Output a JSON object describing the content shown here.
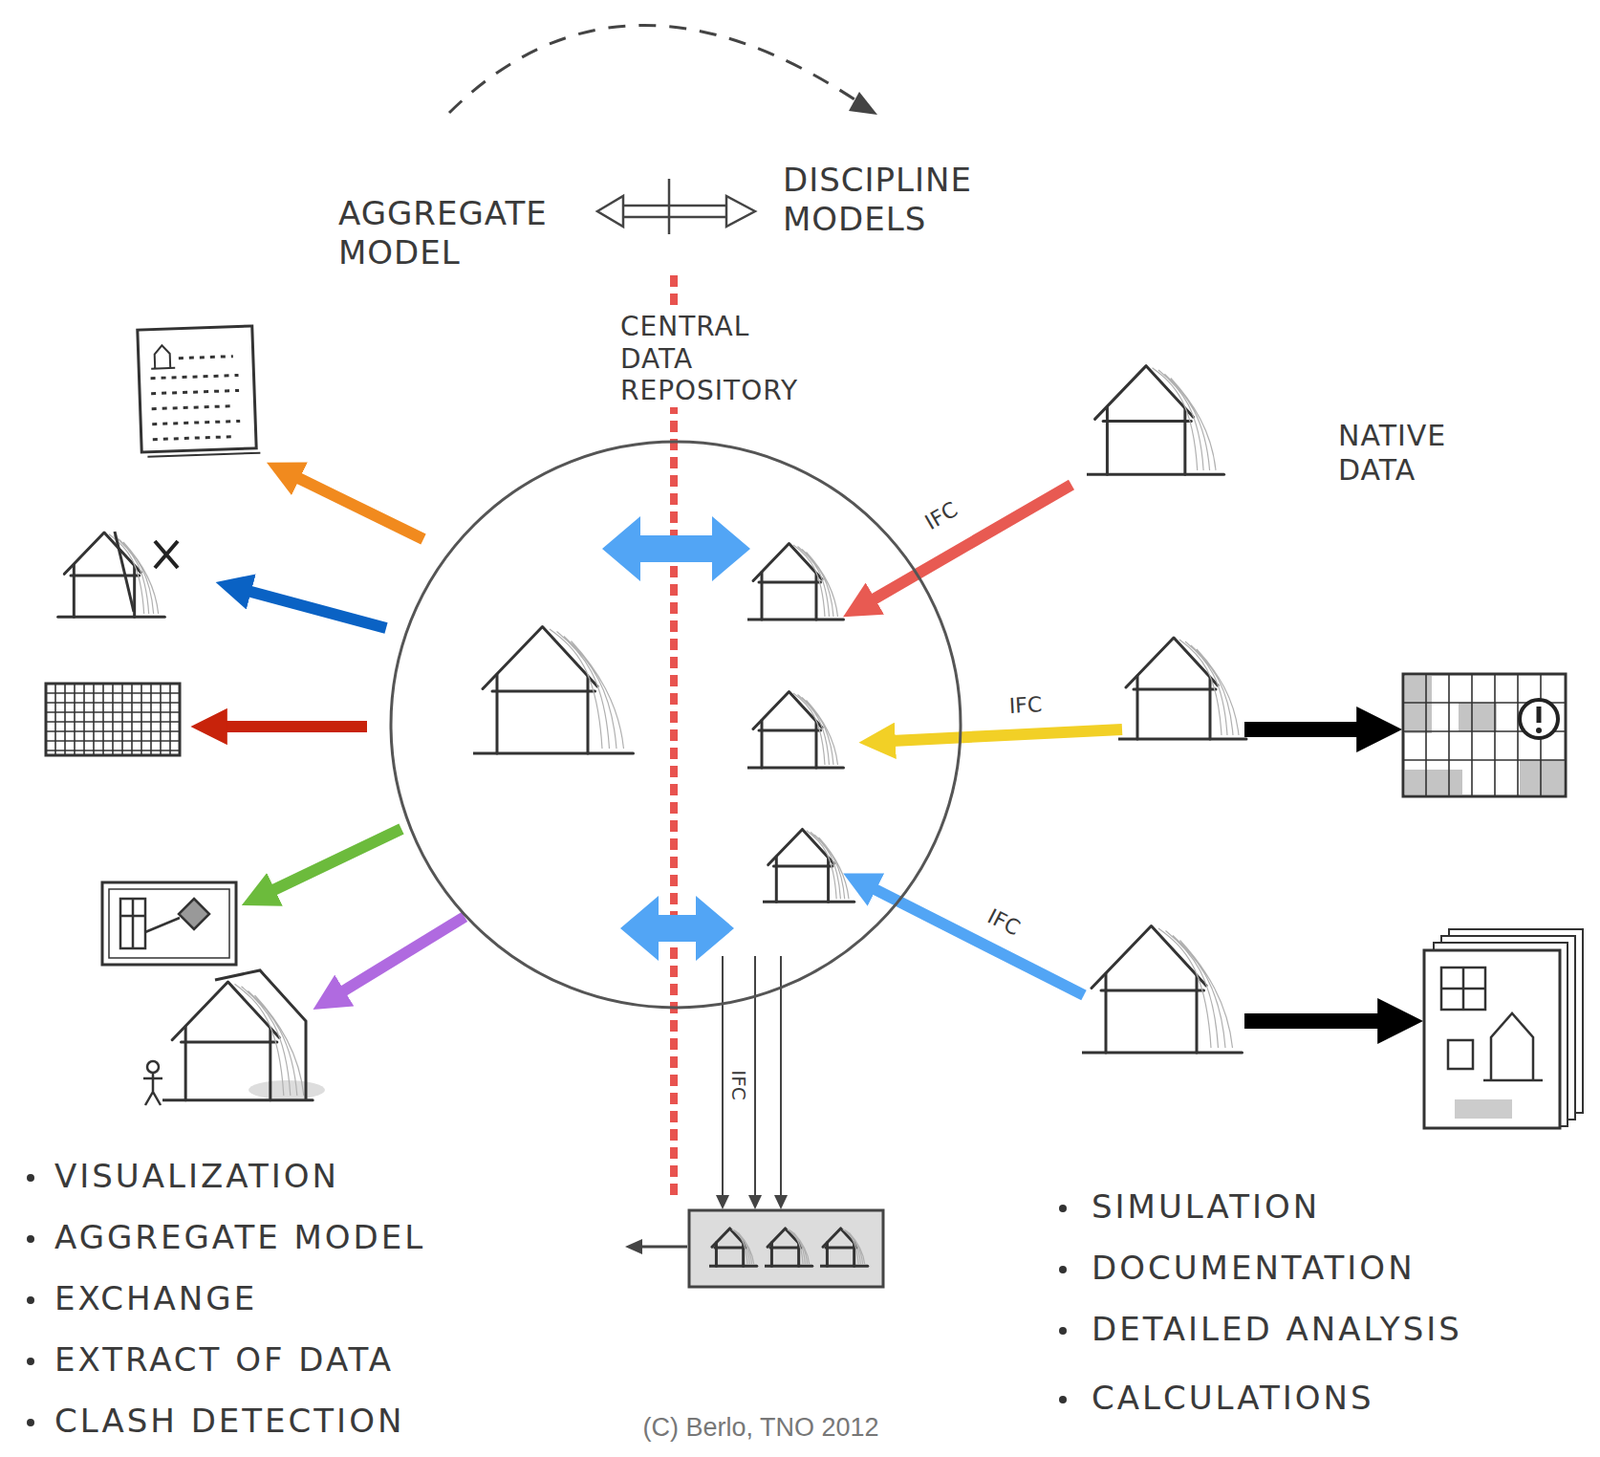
{
  "diagram": {
    "nodes": [
      {
        "text": [
          "CENTRAL DATA REPOSITORY"
        ]
      }
    ],
    "labels": [
      "AGGREGATE MODEL",
      "DISCIPLINE MODELS",
      "NATIVE DATA",
      "IFC",
      "IFC",
      "IFC",
      "IFC",
      "VISUALIZATION",
      "AGGREGATE MODEL",
      "EXCHANGE",
      "EXTRACT OF DATA",
      "CLASH DETECTION",
      "SIMULATION",
      "DOCUMENTATION",
      "DETAILED ANALYSIS",
      "CALCULATIONS",
      "(C) Berlo, TNO 2012"
    ]
  }
}
